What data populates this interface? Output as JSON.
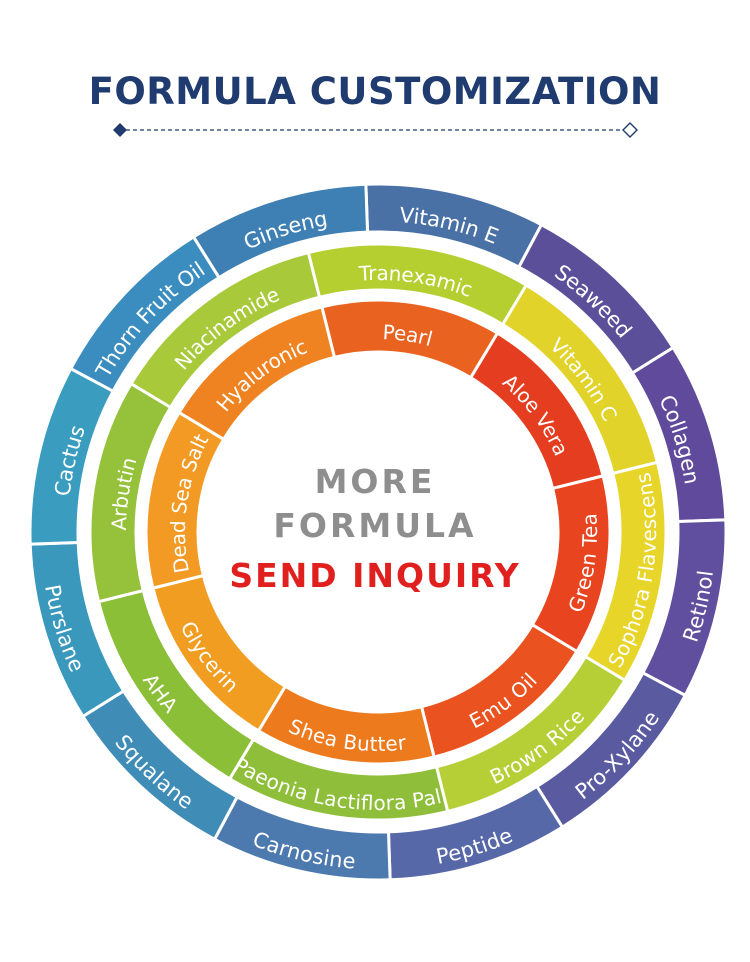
{
  "header": {
    "title": "FORMULA CUSTOMIZATION",
    "divider_color": "#1f3b6f"
  },
  "center": {
    "line1": "MORE",
    "line2": "FORMULA",
    "cta": "SEND INQUIRY",
    "cta_color": "#e0201e"
  },
  "rings": {
    "outer": [
      "Vitamin E",
      "Seaweed",
      "Collagen",
      "Retinol",
      "Pro-Xylane",
      "Peptide",
      "Carnosine",
      "Squalane",
      "Purslane",
      "Cactus",
      "Thorn Fruit Oil",
      "Ginseng"
    ],
    "middle": [
      "Tranexamic",
      "Vitamin C",
      "Sophora Flavescens",
      "Brown Rice",
      "Paeonia Lactiflora Pall",
      "AHA",
      "Arbutin",
      "Niacinamide"
    ],
    "inner": [
      "Pearl",
      "Aloe Vera",
      "Green Tea",
      "Emu Oil",
      "Shea Butter",
      "Glycerin",
      "Dead Sea Salt",
      "Hyaluronic"
    ]
  },
  "colors": {
    "outer": [
      "#4a71a6",
      "#5b4f9a",
      "#5f4a9b",
      "#5f4f9e",
      "#5a5aa1",
      "#5768a8",
      "#4d7aae",
      "#3f8cb6",
      "#3a98bd",
      "#3a9dbf",
      "#3a8dbe",
      "#3e7fb4"
    ],
    "middle": [
      "#b5cf30",
      "#e2d32b",
      "#e8d52a",
      "#b7cf36",
      "#8fbf3a",
      "#8bbf38",
      "#96c23b",
      "#a7c93a"
    ],
    "inner": [
      "#e9621f",
      "#e53d1f",
      "#e8441f",
      "#ea521f",
      "#ee7a1e",
      "#f19d22",
      "#f29a24",
      "#ef8322"
    ]
  }
}
